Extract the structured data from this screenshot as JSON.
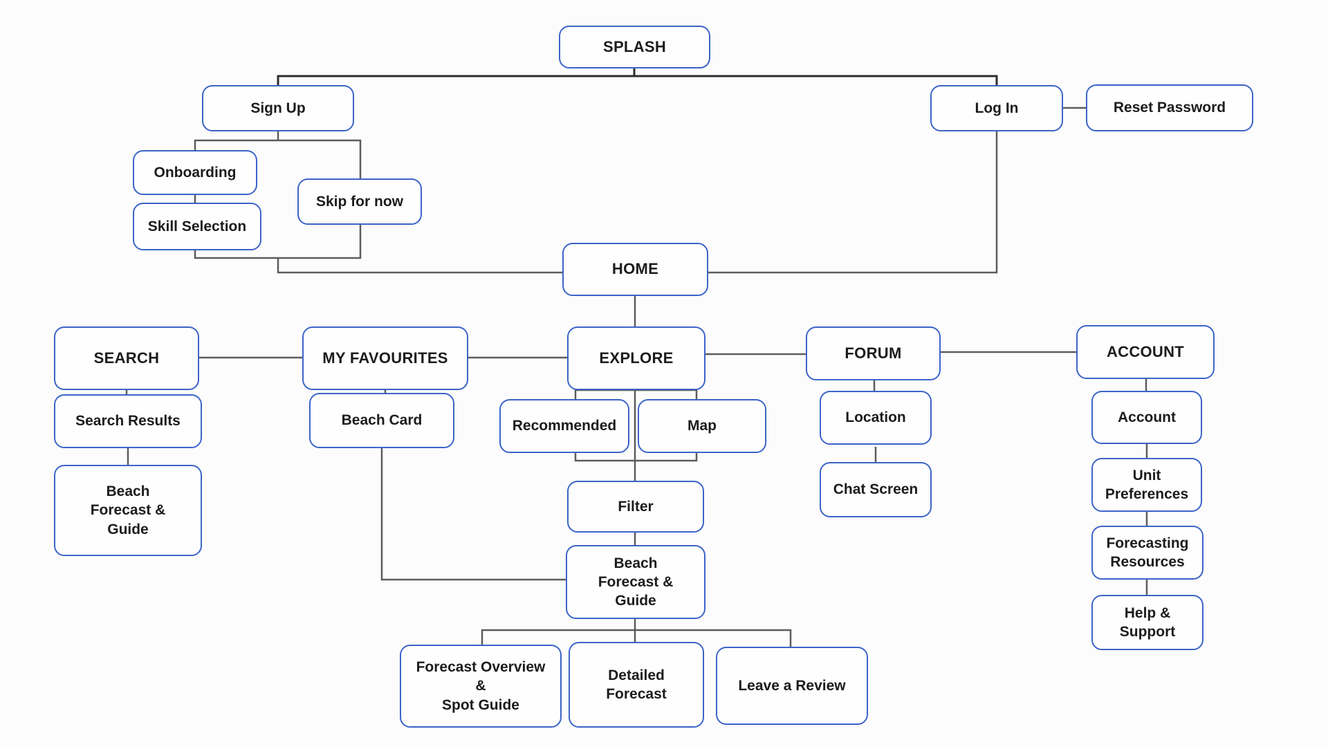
{
  "colors": {
    "background": "#fcfcfc",
    "box_border": "#3b64c8",
    "box_fill": "#fefefe",
    "connector": "#5c5c5c",
    "connector_dark": "#2e2e2e",
    "text": "#1c1c1c"
  },
  "nodes": {
    "splash": {
      "label": "SPLASH"
    },
    "sign_up": {
      "label": "Sign Up"
    },
    "log_in": {
      "label": "Log In"
    },
    "reset_password": {
      "label": "Reset Password"
    },
    "onboarding": {
      "label": "Onboarding"
    },
    "skill_selection": {
      "label": "Skill Selection"
    },
    "skip_for_now": {
      "label": "Skip for now"
    },
    "home": {
      "label": "HOME"
    },
    "search": {
      "label": "SEARCH"
    },
    "my_favourites": {
      "label": "MY FAVOURITES"
    },
    "explore": {
      "label": "EXPLORE"
    },
    "forum": {
      "label": "FORUM"
    },
    "account": {
      "label": "ACCOUNT"
    },
    "search_results": {
      "label": "Search Results"
    },
    "beach_forecast_guide_search": {
      "label": "Beach\nForecast &\nGuide"
    },
    "beach_card": {
      "label": "Beach Card"
    },
    "recommended": {
      "label": "Recommended"
    },
    "map": {
      "label": "Map"
    },
    "filter": {
      "label": "Filter"
    },
    "beach_forecast_guide_explore": {
      "label": "Beach\nForecast &\nGuide"
    },
    "location": {
      "label": "Location"
    },
    "chat_screen": {
      "label": "Chat Screen"
    },
    "account_settings": {
      "label": "Account"
    },
    "unit_preferences": {
      "label": "Unit\nPreferences"
    },
    "forecasting_resources": {
      "label": "Forecasting\nResources"
    },
    "help_support": {
      "label": "Help &\nSupport"
    },
    "forecast_overview_spot_guide": {
      "label": "Forecast Overview\n&\nSpot Guide"
    },
    "detailed_forecast": {
      "label": "Detailed\nForecast"
    },
    "leave_a_review": {
      "label": "Leave a Review"
    }
  }
}
